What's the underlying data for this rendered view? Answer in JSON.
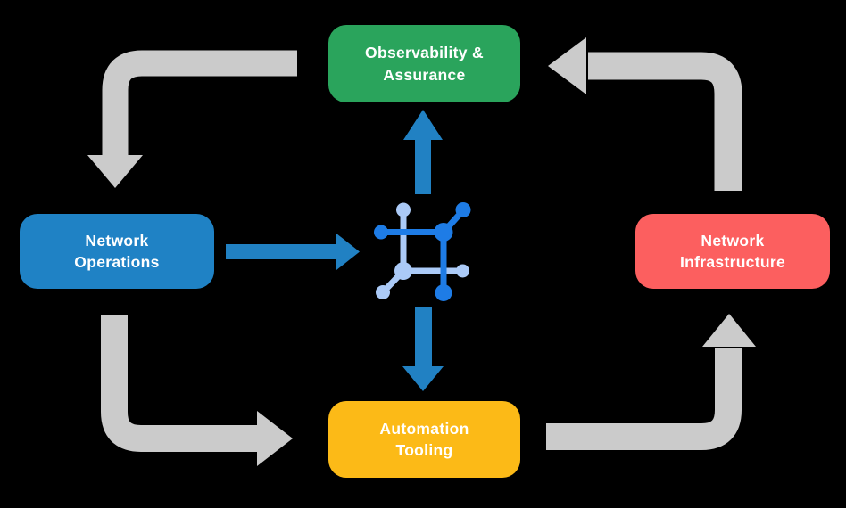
{
  "diagram": {
    "background_color": "#000000",
    "nodes": [
      {
        "id": "observability-assurance",
        "label": "Observability &\nAssurance",
        "color": "#2aa45c",
        "text_color": "#ffffff",
        "position": "top"
      },
      {
        "id": "network-operations",
        "label": "Network\nOperations",
        "color": "#1f82c5",
        "text_color": "#ffffff",
        "position": "left"
      },
      {
        "id": "network-infrastructure",
        "label": "Network\nInfrastructure",
        "color": "#fc5f5f",
        "text_color": "#ffffff",
        "position": "right"
      },
      {
        "id": "automation-tooling",
        "label": "Automation\nTooling",
        "color": "#fcba17",
        "text_color": "#ffffff",
        "position": "bottom"
      }
    ],
    "center_icon": {
      "name": "network-hub-icon",
      "dark_color": "#1e7ce6",
      "light_color": "#abcaf7"
    },
    "arrows": {
      "gray_color": "#cbcbcb",
      "blue_color": "#2181c3",
      "outer_cycle": [
        {
          "from": "observability-assurance",
          "to": "network-operations",
          "shape": "elbow-down"
        },
        {
          "from": "network-operations",
          "to": "automation-tooling",
          "shape": "elbow-right"
        },
        {
          "from": "automation-tooling",
          "to": "network-infrastructure",
          "shape": "elbow-up"
        },
        {
          "from": "network-infrastructure",
          "to": "observability-assurance",
          "shape": "elbow-left"
        }
      ],
      "hub_links": [
        {
          "from": "network-operations",
          "to": "center-icon",
          "direction": "right"
        },
        {
          "from": "center-icon",
          "to": "observability-assurance",
          "direction": "up"
        },
        {
          "from": "center-icon",
          "to": "automation-tooling",
          "direction": "down"
        }
      ]
    }
  }
}
